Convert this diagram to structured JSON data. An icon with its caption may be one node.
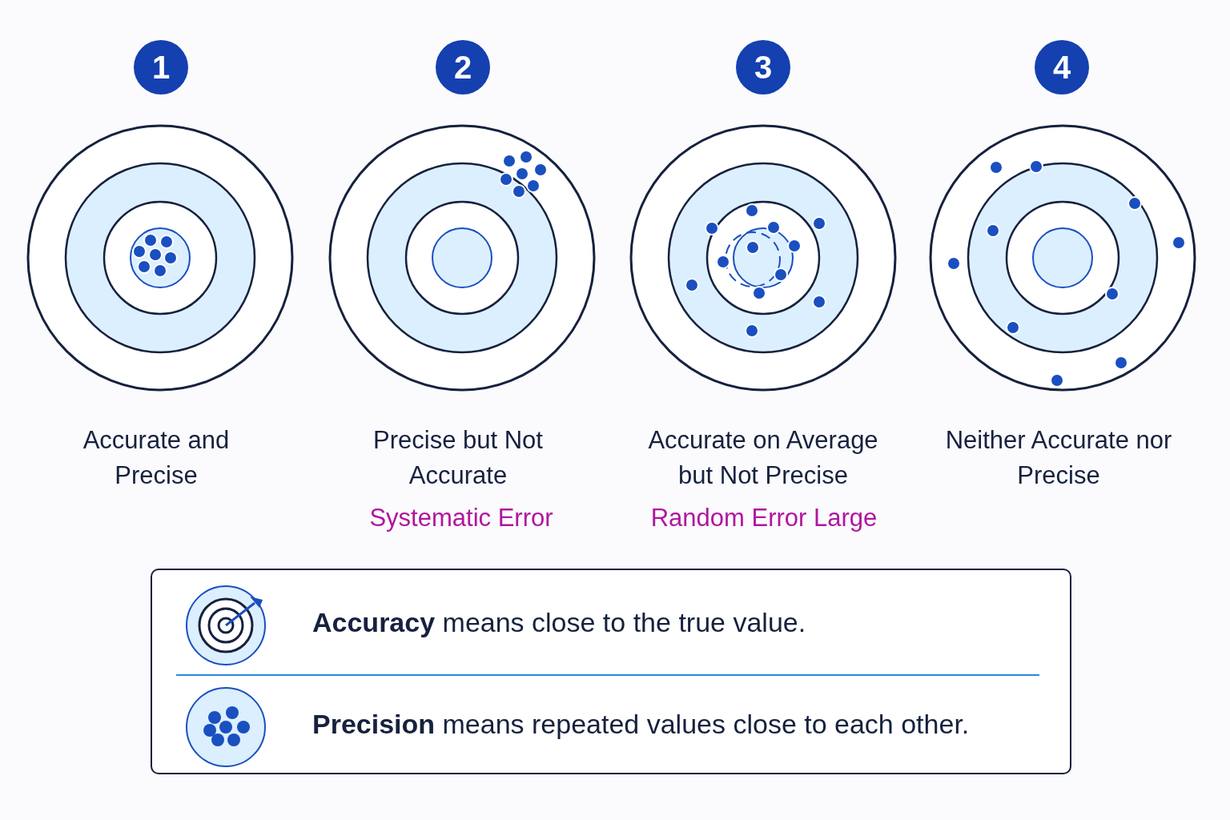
{
  "diagram": {
    "nodes": [
      {
        "text": [
          "1"
        ]
      },
      {
        "text": [
          "2"
        ]
      },
      {
        "text": [
          "3"
        ]
      },
      {
        "text": [
          "4"
        ]
      },
      {
        "text": [
          "**Accuracy** means close to the true value.",
          "**Precision** means repeated values close to each other."
        ]
      }
    ],
    "labels": [
      "Accurate and Precise",
      "Precise but Not Accurate",
      "Systematic Error",
      "Accurate on Average but Not Precise",
      "Random Error Large",
      "Neither Accurate nor Precise"
    ]
  }
}
